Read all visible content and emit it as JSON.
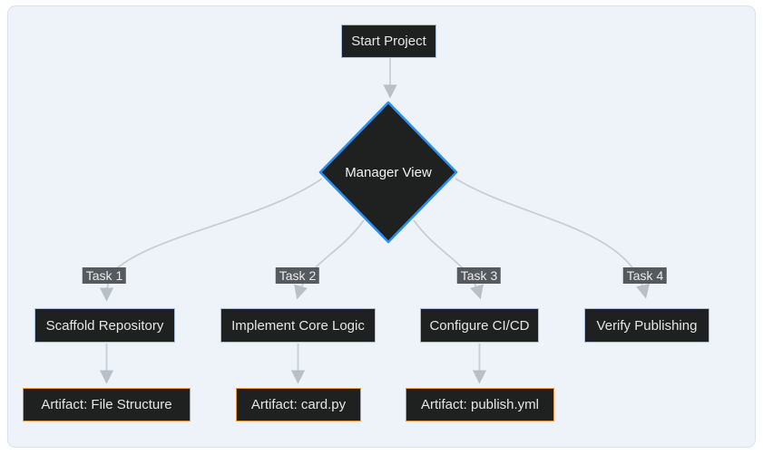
{
  "diagram": {
    "type": "flowchart",
    "nodes": {
      "start": {
        "label": "Start Project",
        "shape": "rect"
      },
      "manager": {
        "label": "Manager View",
        "shape": "diamond"
      },
      "scaffold": {
        "label": "Scaffold Repository",
        "shape": "rect"
      },
      "core_logic": {
        "label": "Implement Core Logic",
        "shape": "rect"
      },
      "cicd": {
        "label": "Configure CI/CD",
        "shape": "rect"
      },
      "verify": {
        "label": "Verify Publishing",
        "shape": "rect"
      },
      "artifact_fs": {
        "label": "Artifact: File Structure",
        "shape": "rect-orange"
      },
      "artifact_card": {
        "label": "Artifact: card.py",
        "shape": "rect-orange"
      },
      "artifact_publish": {
        "label": "Artifact: publish.yml",
        "shape": "rect-orange"
      }
    },
    "edges": [
      {
        "from": "Start Project",
        "to": "Manager View",
        "label": ""
      },
      {
        "from": "Manager View",
        "to": "Scaffold Repository",
        "label": "Task 1"
      },
      {
        "from": "Manager View",
        "to": "Implement Core Logic",
        "label": "Task 2"
      },
      {
        "from": "Manager View",
        "to": "Configure CI/CD",
        "label": "Task 3"
      },
      {
        "from": "Manager View",
        "to": "Verify Publishing",
        "label": "Task 4"
      },
      {
        "from": "Scaffold Repository",
        "to": "Artifact: File Structure",
        "label": ""
      },
      {
        "from": "Implement Core Logic",
        "to": "Artifact: card.py",
        "label": ""
      },
      {
        "from": "Configure CI/CD",
        "to": "Artifact: publish.yml",
        "label": ""
      }
    ],
    "colors": {
      "canvas_background": "#eef2f9",
      "page_background": "#ffffff",
      "node_fill": "#1f2020",
      "node_border": "#a6bedd",
      "diamond_border": "#2a8ff2",
      "artifact_border": "#e8973d",
      "edge": "#c9ced4",
      "arrowhead": "#b9bfc6",
      "edge_label_background": "#56595d",
      "text": "#e6e6e6"
    }
  }
}
